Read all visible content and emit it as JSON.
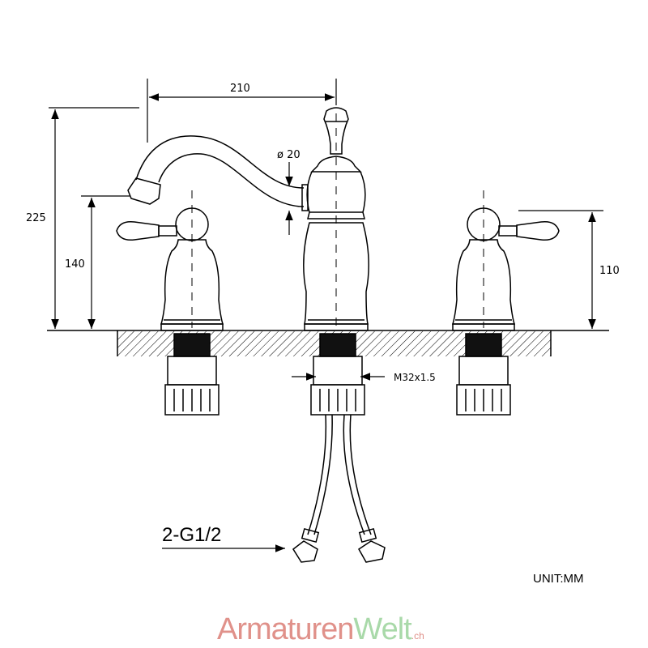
{
  "dimensions": {
    "spout_reach": "210",
    "total_height": "225",
    "spout_height": "140",
    "handle_height": "110",
    "spout_diameter": "ø 20",
    "thread": "M32x1.5",
    "connection": "2-G1/2"
  },
  "unit_label": "UNIT:MM",
  "logo": {
    "part1": "Armaturen",
    "part2": "Welt",
    "suffix": ".ch",
    "color1": "#e0918a",
    "color2": "#a9d9a9"
  }
}
